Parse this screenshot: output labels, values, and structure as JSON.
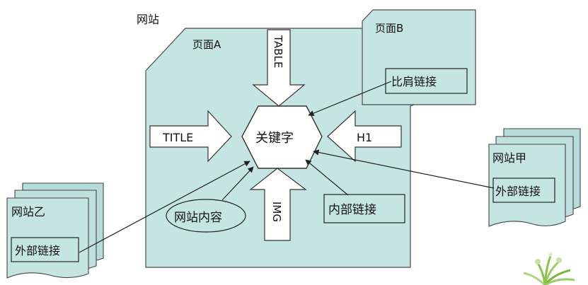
{
  "title": "网站",
  "page_a": "页面A",
  "page_b": "页面B",
  "keyword": "关键字",
  "table": "TABLE",
  "title_tag": "TITLE",
  "h1": "H1",
  "img": "IMG",
  "site_content": "网站内容",
  "internal_link": "内部链接",
  "shoulder_link": "比肩链接",
  "site_jia": "网站甲",
  "site_yi": "网站乙",
  "external_link_jia": "外部链接",
  "external_link_yi": "外部链接",
  "colors": {
    "fill": "#c5e5e3",
    "fill_dark": "#b6dcd9",
    "stroke": "#4a4a4a"
  }
}
